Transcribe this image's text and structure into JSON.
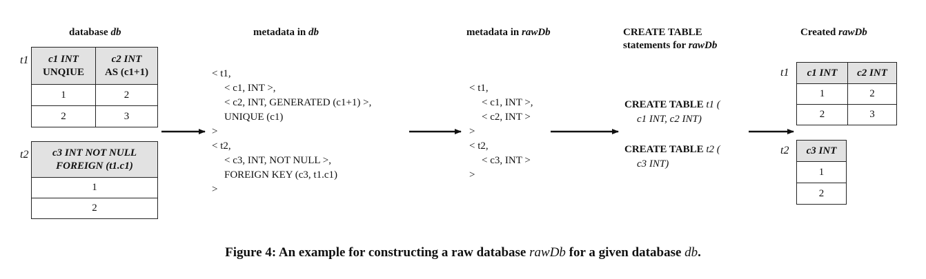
{
  "headers": {
    "db": {
      "text": "database ",
      "var": "db"
    },
    "meta_db": {
      "text": "metadata in ",
      "var": "db"
    },
    "meta_raw": {
      "text": "metadata in ",
      "var": "rawDb"
    },
    "create_line1": "CREATE TABLE",
    "create_line2": {
      "text": "statements for ",
      "var": "rawDb"
    },
    "created": {
      "text": "Created ",
      "var": "rawDb"
    }
  },
  "db_tables": {
    "t1": {
      "label": "t1",
      "col1": [
        "c1 INT",
        "UNQIUE"
      ],
      "col2": [
        "c2 INT",
        "AS (c1+1)"
      ],
      "rows": [
        [
          "1",
          "2"
        ],
        [
          "2",
          "3"
        ]
      ]
    },
    "t2": {
      "label": "t2",
      "col1": [
        "c3 INT NOT NULL",
        "FOREIGN (t1.c1)"
      ],
      "rows": [
        "1",
        "2"
      ]
    }
  },
  "meta_db_lines": [
    "< t1,",
    "< c1, INT >,",
    "< c2, INT, GENERATED (c1+1) >,",
    "UNIQUE (c1)",
    ">",
    "< t2,",
    "< c3, INT,  NOT NULL >,",
    "FOREIGN KEY (c3, t1.c1)",
    ">"
  ],
  "meta_raw_lines": [
    "< t1,",
    "< c1, INT >,",
    "< c2, INT >",
    ">",
    "< t2,",
    "< c3, INT >",
    ">"
  ],
  "create_statements": {
    "s1_kw": "CREATE TABLE",
    "s1_name": " t1 (",
    "s1_body": "c1 INT, c2 INT)",
    "s2_kw": "CREATE TABLE",
    "s2_name": " t2 (",
    "s2_body": "c3 INT)"
  },
  "raw_tables": {
    "t1": {
      "label": "t1",
      "col1": "c1 INT",
      "col2": "c2 INT",
      "rows": [
        [
          "1",
          "2"
        ],
        [
          "2",
          "3"
        ]
      ]
    },
    "t2": {
      "label": "t2",
      "col1": "c3 INT",
      "rows": [
        "1",
        "2"
      ]
    }
  },
  "caption": {
    "prefix": "Figure 4: An example for constructing a raw database ",
    "var1": "rawDb",
    "middle": " for a given database ",
    "var2": "db",
    "suffix": "."
  }
}
